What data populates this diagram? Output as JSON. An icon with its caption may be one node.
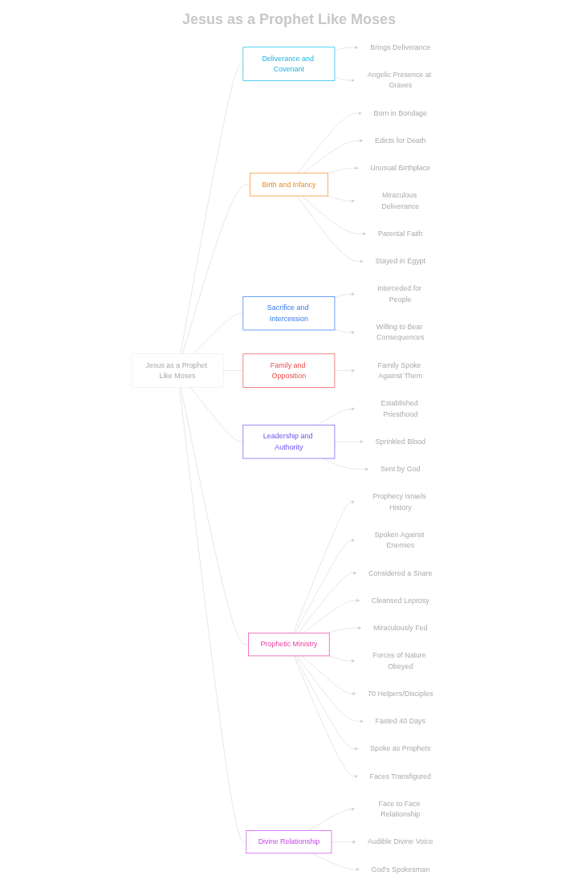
{
  "diagram": {
    "title": "Jesus as a Prophet Like Moses",
    "nodes": [
      {
        "text": [
          "Jesus as a Prophet Like Moses"
        ]
      },
      {
        "text": [
          "Deliverance and Covenant"
        ]
      },
      {
        "text": [
          "Brings Deliverance"
        ]
      },
      {
        "text": [
          "Angelic Presence at Graves"
        ]
      },
      {
        "text": [
          "Birth and Infancy"
        ]
      },
      {
        "text": [
          "Born in Bondage"
        ]
      },
      {
        "text": [
          "Edicts for Death"
        ]
      },
      {
        "text": [
          "Unusual Birthplace"
        ]
      },
      {
        "text": [
          "Miraculous Deliverance"
        ]
      },
      {
        "text": [
          "Parental Faith"
        ]
      },
      {
        "text": [
          "Stayed in Egypt"
        ]
      },
      {
        "text": [
          "Sacrifice and Intercession"
        ]
      },
      {
        "text": [
          "Interceded for People"
        ]
      },
      {
        "text": [
          "Willing to Bear Consequences"
        ]
      },
      {
        "text": [
          "Family and Opposition"
        ]
      },
      {
        "text": [
          "Family Spoke Against Them"
        ]
      },
      {
        "text": [
          "Leadership and Authority"
        ]
      },
      {
        "text": [
          "Established Priesthood"
        ]
      },
      {
        "text": [
          "Sprinkled Blood"
        ]
      },
      {
        "text": [
          "Sent by God"
        ]
      },
      {
        "text": [
          "Prophetic Ministry"
        ]
      },
      {
        "text": [
          "Prophecy Israels History"
        ]
      },
      {
        "text": [
          "Spoken Against Enemies"
        ]
      },
      {
        "text": [
          "Considered a Snare"
        ]
      },
      {
        "text": [
          "Cleansed Leprosy"
        ]
      },
      {
        "text": [
          "Miraculously Fed"
        ]
      },
      {
        "text": [
          "Forces of Nature Obeyed"
        ]
      },
      {
        "text": [
          "70 Helpers/Disciples"
        ]
      },
      {
        "text": [
          "Fasted 40 Days"
        ]
      },
      {
        "text": [
          "Spoke as Prophets"
        ]
      },
      {
        "text": [
          "Faces Transfigured"
        ]
      },
      {
        "text": [
          "Divine Relationship"
        ]
      },
      {
        "text": [
          "Face to Face Relationship"
        ]
      },
      {
        "text": [
          "Audible Divine Voice"
        ]
      },
      {
        "text": [
          "God's Spokesman"
        ]
      }
    ],
    "edges": [
      {
        "from": 0,
        "to": 1,
        "arrow": "none"
      },
      {
        "from": 1,
        "to": 2,
        "arrow": "to"
      },
      {
        "from": 1,
        "to": 3,
        "arrow": "to"
      },
      {
        "from": 0,
        "to": 4,
        "arrow": "none"
      },
      {
        "from": 4,
        "to": 5,
        "arrow": "to"
      },
      {
        "from": 4,
        "to": 6,
        "arrow": "to"
      },
      {
        "from": 4,
        "to": 7,
        "arrow": "to"
      },
      {
        "from": 4,
        "to": 8,
        "arrow": "to"
      },
      {
        "from": 4,
        "to": 9,
        "arrow": "to"
      },
      {
        "from": 4,
        "to": 10,
        "arrow": "to"
      },
      {
        "from": 0,
        "to": 11,
        "arrow": "none"
      },
      {
        "from": 11,
        "to": 12,
        "arrow": "to"
      },
      {
        "from": 11,
        "to": 13,
        "arrow": "to"
      },
      {
        "from": 0,
        "to": 14,
        "arrow": "none"
      },
      {
        "from": 14,
        "to": 15,
        "arrow": "to"
      },
      {
        "from": 0,
        "to": 16,
        "arrow": "none"
      },
      {
        "from": 16,
        "to": 17,
        "arrow": "to"
      },
      {
        "from": 16,
        "to": 18,
        "arrow": "to"
      },
      {
        "from": 16,
        "to": 19,
        "arrow": "to"
      },
      {
        "from": 0,
        "to": 20,
        "arrow": "none"
      },
      {
        "from": 20,
        "to": 21,
        "arrow": "to"
      },
      {
        "from": 20,
        "to": 22,
        "arrow": "to"
      },
      {
        "from": 20,
        "to": 23,
        "arrow": "to"
      },
      {
        "from": 20,
        "to": 24,
        "arrow": "to"
      },
      {
        "from": 20,
        "to": 25,
        "arrow": "to"
      },
      {
        "from": 20,
        "to": 26,
        "arrow": "to"
      },
      {
        "from": 20,
        "to": 27,
        "arrow": "to"
      },
      {
        "from": 20,
        "to": 28,
        "arrow": "to"
      },
      {
        "from": 20,
        "to": 29,
        "arrow": "to"
      },
      {
        "from": 20,
        "to": 30,
        "arrow": "to"
      },
      {
        "from": 0,
        "to": 31,
        "arrow": "none"
      },
      {
        "from": 31,
        "to": 32,
        "arrow": "to"
      },
      {
        "from": 31,
        "to": 33,
        "arrow": "to"
      },
      {
        "from": 31,
        "to": 34,
        "arrow": "to"
      }
    ]
  }
}
